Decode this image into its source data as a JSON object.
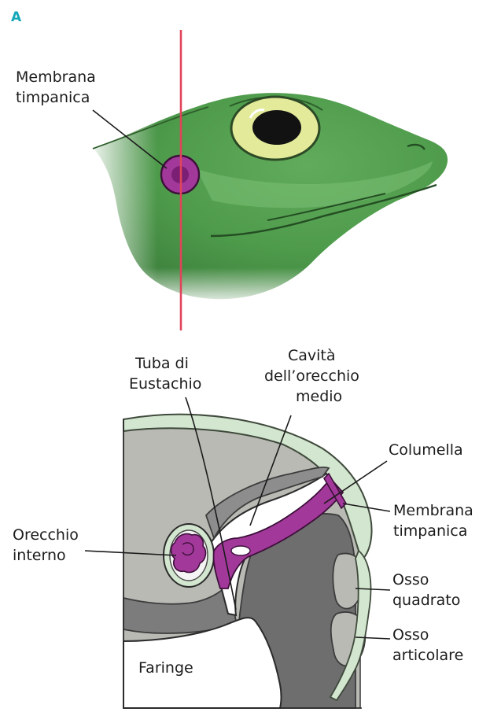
{
  "panel_letter": "A",
  "head_view": {
    "tympanic_label": [
      "Membrana",
      "timpanica"
    ]
  },
  "section_view": {
    "eustachian_label": [
      "Tuba di",
      "Eustachio"
    ],
    "middle_ear_label": [
      "Cavità",
      "dell’orecchio",
      "medio"
    ],
    "columella_label": "Columella",
    "tympanic_label": [
      "Membrana",
      "timpanica"
    ],
    "inner_ear_label": [
      "Orecchio",
      "interno"
    ],
    "quadrate_label": [
      "Osso",
      "quadrato"
    ],
    "articular_label": [
      "Osso",
      "articolare"
    ],
    "pharynx_label": "Faringe"
  },
  "colors": {
    "panel_letter": "#13a7b8",
    "skin_green": "#4f9e4c",
    "eye_yellow": "#e3eb9a",
    "section_line": "#e0445a",
    "tympanum_purple": "#a2399a",
    "bone_gray": "#8d8d8d",
    "skull_light": "#b9bab4",
    "cartilage_green": "#d3e6cf"
  }
}
